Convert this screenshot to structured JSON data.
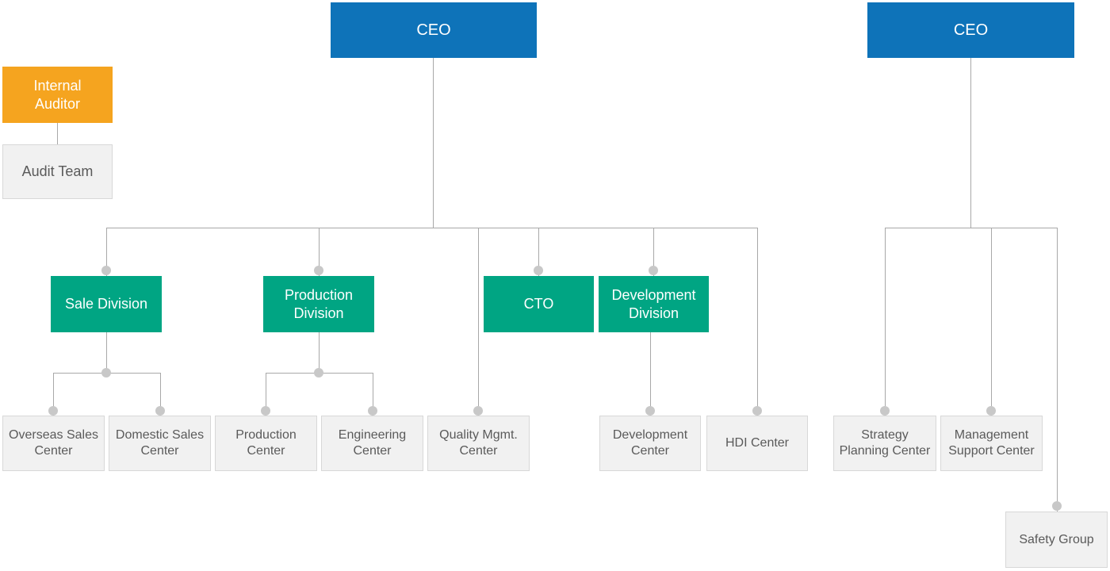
{
  "colors": {
    "executive_box": "#0e73b9",
    "auditor_box": "#f5a41f",
    "division_box": "#00a583",
    "unit_box_bg": "#f1f1f1",
    "unit_box_border": "#d8d8d8",
    "unit_text": "#5a5a5a",
    "connector_line": "#a8a8a8",
    "connector_dot": "#c8c8c8",
    "box_text_light": "#ffffff"
  },
  "nodes": {
    "ceo_left": {
      "label": "CEO",
      "type": "executive"
    },
    "internal_auditor": {
      "label": "Internal Auditor",
      "type": "auditor"
    },
    "audit_team": {
      "label": "Audit Team",
      "type": "unit"
    },
    "sale_division": {
      "label": "Sale Division",
      "type": "division"
    },
    "production_division": {
      "label": "Production Division",
      "type": "division"
    },
    "cto": {
      "label": "CTO",
      "type": "division"
    },
    "development_division": {
      "label": "Development Division",
      "type": "division"
    },
    "overseas_sales_center": {
      "label": "Overseas Sales Center",
      "type": "unit"
    },
    "domestic_sales_center": {
      "label": "Domestic Sales Center",
      "type": "unit"
    },
    "production_center": {
      "label": "Production Center",
      "type": "unit"
    },
    "engineering_center": {
      "label": "Engineering Center",
      "type": "unit"
    },
    "quality_mgmt_center": {
      "label": "Quality Mgmt. Center",
      "type": "unit"
    },
    "development_center": {
      "label": "Development Center",
      "type": "unit"
    },
    "hdi_center": {
      "label": "HDI Center",
      "type": "unit"
    },
    "ceo_right": {
      "label": "CEO",
      "type": "executive"
    },
    "strategy_planning_center": {
      "label": "Strategy Planning Center",
      "type": "unit"
    },
    "management_support_center": {
      "label": "Management Support Center",
      "type": "unit"
    },
    "safety_group": {
      "label": "Safety Group",
      "type": "unit"
    }
  },
  "hierarchy": {
    "ceo_left": [
      "sale_division",
      "production_division",
      "quality_mgmt_center",
      "cto",
      "development_division",
      "hdi_center"
    ],
    "internal_auditor": [
      "audit_team"
    ],
    "sale_division": [
      "overseas_sales_center",
      "domestic_sales_center"
    ],
    "production_division": [
      "production_center",
      "engineering_center"
    ],
    "development_division": [
      "development_center"
    ],
    "ceo_right": [
      "strategy_planning_center",
      "management_support_center",
      "safety_group"
    ]
  }
}
